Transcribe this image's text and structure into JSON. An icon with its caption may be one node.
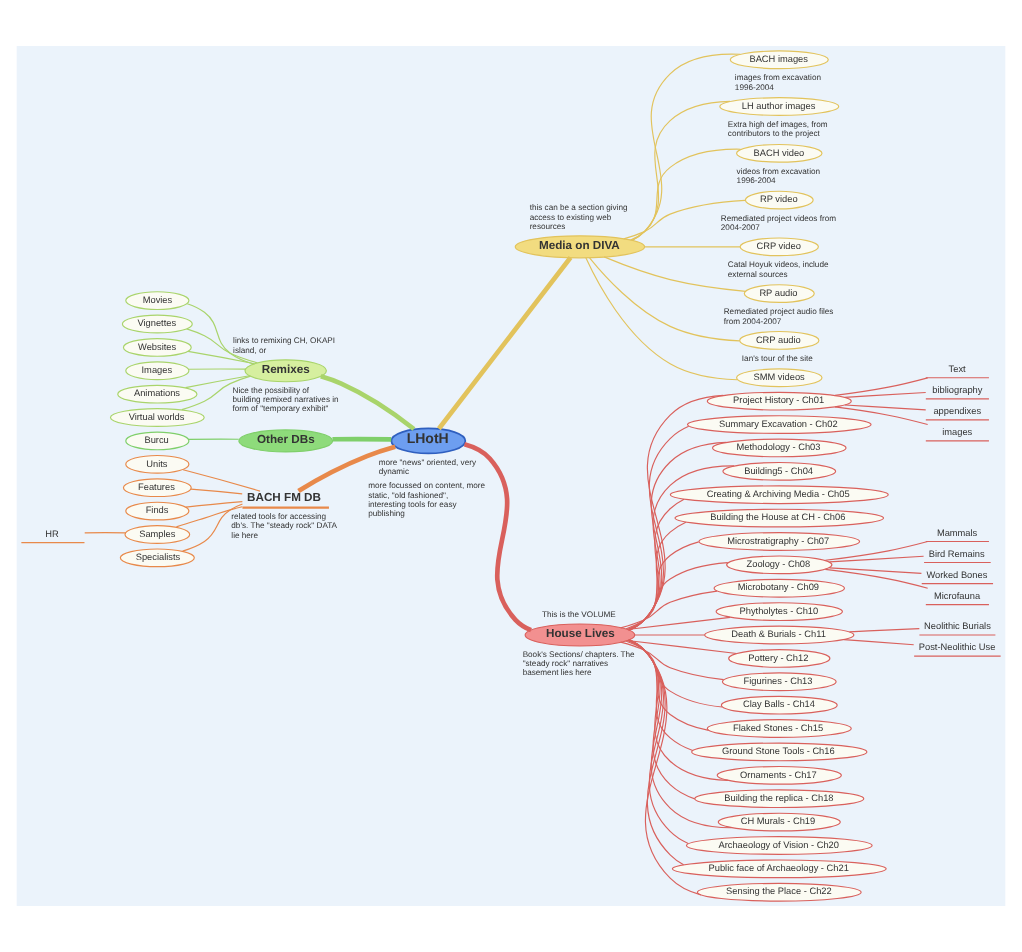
{
  "diagram": {
    "nodes": [
      {
        "text": [
          "LHotH"
        ]
      },
      {
        "text": [
          "Remixes"
        ],
        "beside": [
          "Nice the possibility of building remixed narratives in form of \"temporary exhibit\""
        ]
      },
      {
        "text": [
          "Movies"
        ]
      },
      {
        "text": [
          "Vignettes"
        ]
      },
      {
        "text": [
          "Websites"
        ]
      },
      {
        "text": [
          "Images"
        ]
      },
      {
        "text": [
          "Animations"
        ]
      },
      {
        "text": [
          "Virtual worlds"
        ]
      },
      {
        "text": [
          "Other DBs"
        ]
      },
      {
        "text": [
          "Burcu"
        ]
      },
      {
        "text": [
          "BACH FM DB"
        ],
        "beside": [
          "related tools for accessing db's. The \"steady rock\" DATA lie here"
        ]
      },
      {
        "text": [
          "Units"
        ]
      },
      {
        "text": [
          "Features"
        ]
      },
      {
        "text": [
          "Finds"
        ]
      },
      {
        "text": [
          "Samples"
        ]
      },
      {
        "text": [
          "HR"
        ]
      },
      {
        "text": [
          "Specialists"
        ]
      },
      {
        "text": [
          "Media on DIVA"
        ],
        "beside": [
          "this can be a section giving access to existing web resources"
        ]
      },
      {
        "text": [
          "BACH images"
        ],
        "beside": [
          "images from excavation 1996-2004"
        ]
      },
      {
        "text": [
          "LH author images"
        ],
        "beside": [
          "Extra high def images, from contributors to the project"
        ]
      },
      {
        "text": [
          "BACH video"
        ],
        "beside": [
          "videos from excavation 1996-2004"
        ]
      },
      {
        "text": [
          "RP video"
        ],
        "beside": [
          "Remediated project videos from 2004-2007"
        ]
      },
      {
        "text": [
          "CRP video"
        ],
        "beside": [
          "Catal Hoyuk videos, include external sources"
        ]
      },
      {
        "text": [
          "RP audio"
        ],
        "beside": [
          "Remediated project audio files from 2004-2007"
        ]
      },
      {
        "text": [
          "CRP audio"
        ],
        "beside": [
          "Ian's tour of the site"
        ]
      },
      {
        "text": [
          "SMM videos"
        ]
      },
      {
        "text": [
          "House Lives"
        ],
        "beside": [
          "This is the VOLUME",
          "Book's Sections/ chapters. The \"steady rock\" narratives basement lies here"
        ]
      },
      {
        "text": [
          "Project History - Ch01"
        ]
      },
      {
        "text": [
          "Text"
        ]
      },
      {
        "text": [
          "bibliography"
        ]
      },
      {
        "text": [
          "appendixes"
        ]
      },
      {
        "text": [
          "images"
        ]
      },
      {
        "text": [
          "Summary Excavation - Ch02"
        ]
      },
      {
        "text": [
          "Methodology - Ch03"
        ]
      },
      {
        "text": [
          "Building5 - Ch04"
        ]
      },
      {
        "text": [
          "Creating & Archiving Media - Ch05"
        ]
      },
      {
        "text": [
          "Building the House at CH - Ch06"
        ]
      },
      {
        "text": [
          "Microstratigraphy - Ch07"
        ]
      },
      {
        "text": [
          "Zoology - Ch08"
        ]
      },
      {
        "text": [
          "Mammals"
        ]
      },
      {
        "text": [
          "Bird Remains"
        ]
      },
      {
        "text": [
          "Worked Bones"
        ]
      },
      {
        "text": [
          "Microfauna"
        ]
      },
      {
        "text": [
          "Microbotany - Ch09"
        ]
      },
      {
        "text": [
          "Phytholytes - Ch10"
        ]
      },
      {
        "text": [
          "Death & Burials - Ch11"
        ]
      },
      {
        "text": [
          "Neolithic Burials"
        ]
      },
      {
        "text": [
          "Post-Neolithic Use"
        ]
      },
      {
        "text": [
          "Pottery - Ch12"
        ]
      },
      {
        "text": [
          "Figurines - Ch13"
        ]
      },
      {
        "text": [
          "Clay Balls - Ch14"
        ]
      },
      {
        "text": [
          "Flaked Stones - Ch15"
        ]
      },
      {
        "text": [
          "Ground Stone Tools - Ch16"
        ]
      },
      {
        "text": [
          "Ornaments - Ch17"
        ]
      },
      {
        "text": [
          "Building the replica - Ch18"
        ]
      },
      {
        "text": [
          "CH Murals - Ch19"
        ]
      },
      {
        "text": [
          "Archaeology of Vision - Ch20"
        ]
      },
      {
        "text": [
          "Public face of Archaeology - Ch21"
        ]
      },
      {
        "text": [
          "Sensing the Place - Ch22"
        ]
      }
    ],
    "edges": [
      {
        "from": 0,
        "to": 1,
        "arrow": "none",
        "style": "thick",
        "color": "#a9d46b"
      },
      {
        "from": 1,
        "to": 2,
        "arrow": "none",
        "color": "#a9d46b"
      },
      {
        "from": 1,
        "to": 3,
        "arrow": "none",
        "color": "#a9d46b"
      },
      {
        "from": 1,
        "to": 4,
        "arrow": "none",
        "color": "#a9d46b"
      },
      {
        "from": 1,
        "to": 5,
        "arrow": "none",
        "color": "#a9d46b"
      },
      {
        "from": 1,
        "to": 6,
        "arrow": "none",
        "color": "#a9d46b"
      },
      {
        "from": 1,
        "to": 7,
        "arrow": "none",
        "color": "#a9d46b"
      },
      {
        "from": 0,
        "to": 8,
        "arrow": "none",
        "style": "thick",
        "color": "#7fcf6a"
      },
      {
        "from": 8,
        "to": 9,
        "arrow": "none",
        "color": "#7fcf6a"
      },
      {
        "from": 0,
        "to": 10,
        "arrow": "none",
        "style": "thick",
        "color": "#e8894a"
      },
      {
        "from": 10,
        "to": 11,
        "arrow": "none",
        "color": "#e8894a"
      },
      {
        "from": 10,
        "to": 12,
        "arrow": "none",
        "color": "#e8894a"
      },
      {
        "from": 10,
        "to": 13,
        "arrow": "none",
        "color": "#e8894a"
      },
      {
        "from": 10,
        "to": 14,
        "arrow": "none",
        "color": "#e8894a"
      },
      {
        "from": 14,
        "to": 15,
        "arrow": "none",
        "color": "#e8894a"
      },
      {
        "from": 10,
        "to": 16,
        "arrow": "none",
        "color": "#e8894a"
      },
      {
        "from": 0,
        "to": 17,
        "arrow": "none",
        "style": "thick",
        "color": "#e2c35c"
      },
      {
        "from": 17,
        "to": 18,
        "arrow": "none",
        "color": "#e2c35c"
      },
      {
        "from": 17,
        "to": 19,
        "arrow": "none",
        "color": "#e2c35c"
      },
      {
        "from": 17,
        "to": 20,
        "arrow": "none",
        "color": "#e2c35c"
      },
      {
        "from": 17,
        "to": 21,
        "arrow": "none",
        "color": "#e2c35c"
      },
      {
        "from": 17,
        "to": 22,
        "arrow": "none",
        "color": "#e2c35c"
      },
      {
        "from": 17,
        "to": 23,
        "arrow": "none",
        "color": "#e2c35c"
      },
      {
        "from": 17,
        "to": 24,
        "arrow": "none",
        "color": "#e2c35c"
      },
      {
        "from": 17,
        "to": 25,
        "arrow": "none",
        "color": "#e2c35c"
      },
      {
        "from": 0,
        "to": 26,
        "arrow": "none",
        "style": "thick"
      },
      {
        "from": 26,
        "to": 27,
        "arrow": "none"
      },
      {
        "from": 27,
        "to": 28,
        "arrow": "none"
      },
      {
        "from": 27,
        "to": 29,
        "arrow": "none"
      },
      {
        "from": 27,
        "to": 30,
        "arrow": "none"
      },
      {
        "from": 27,
        "to": 31,
        "arrow": "none"
      },
      {
        "from": 26,
        "to": 32,
        "arrow": "none"
      },
      {
        "from": 26,
        "to": 33,
        "arrow": "none"
      },
      {
        "from": 26,
        "to": 34,
        "arrow": "none"
      },
      {
        "from": 26,
        "to": 35,
        "arrow": "none"
      },
      {
        "from": 26,
        "to": 36,
        "arrow": "none"
      },
      {
        "from": 26,
        "to": 37,
        "arrow": "none"
      },
      {
        "from": 26,
        "to": 38,
        "arrow": "none"
      },
      {
        "from": 38,
        "to": 39,
        "arrow": "none"
      },
      {
        "from": 38,
        "to": 40,
        "arrow": "none"
      },
      {
        "from": 38,
        "to": 41,
        "arrow": "none"
      },
      {
        "from": 38,
        "to": 42,
        "arrow": "none"
      },
      {
        "from": 26,
        "to": 43,
        "arrow": "none"
      },
      {
        "from": 26,
        "to": 44,
        "arrow": "none"
      },
      {
        "from": 26,
        "to": 45,
        "arrow": "none"
      },
      {
        "from": 45,
        "to": 46,
        "arrow": "none"
      },
      {
        "from": 45,
        "to": 47,
        "arrow": "none"
      },
      {
        "from": 26,
        "to": 48,
        "arrow": "none"
      },
      {
        "from": 26,
        "to": 49,
        "arrow": "none"
      },
      {
        "from": 26,
        "to": 50,
        "arrow": "none"
      },
      {
        "from": 26,
        "to": 51,
        "arrow": "none"
      },
      {
        "from": 26,
        "to": 52,
        "arrow": "none"
      },
      {
        "from": 26,
        "to": 53,
        "arrow": "none"
      },
      {
        "from": 26,
        "to": 54,
        "arrow": "none"
      },
      {
        "from": 26,
        "to": 55,
        "arrow": "none"
      },
      {
        "from": 26,
        "to": 56,
        "arrow": "none"
      },
      {
        "from": 26,
        "to": 57,
        "arrow": "none"
      },
      {
        "from": 26,
        "to": 58,
        "arrow": "none"
      }
    ],
    "labels": [
      "links to remixing CH, OKAPI island, or",
      "more \"news\" oriented, very dynamic",
      "more focussed on content, more static, \"old fashioned\", interesting tools for easy publishing"
    ]
  }
}
